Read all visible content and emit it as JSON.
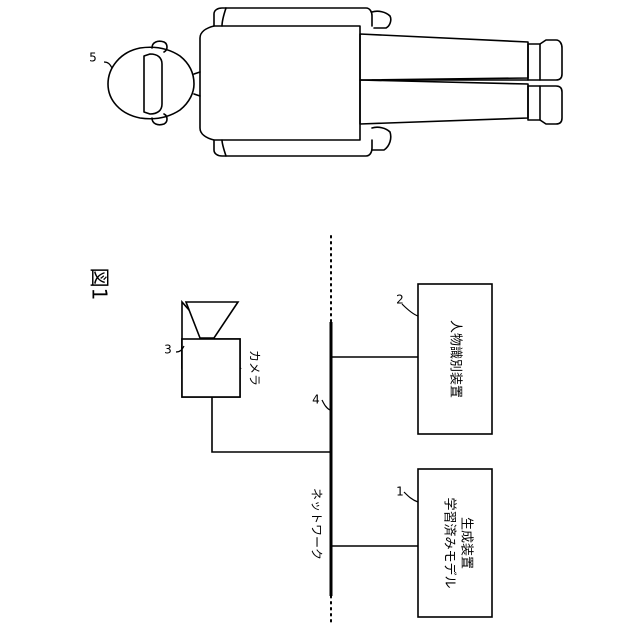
{
  "figure": {
    "title": "図1"
  },
  "person": {
    "ref": "5"
  },
  "network": {
    "ref": "4",
    "label": "ネットワーク"
  },
  "camera": {
    "ref": "3",
    "label": "カメラ"
  },
  "person_identification_device": {
    "ref": "2",
    "label": "人物識別装置"
  },
  "model_generation_device": {
    "ref": "1",
    "label_line1": "学習済みモデル",
    "label_line2": "生成装置"
  }
}
